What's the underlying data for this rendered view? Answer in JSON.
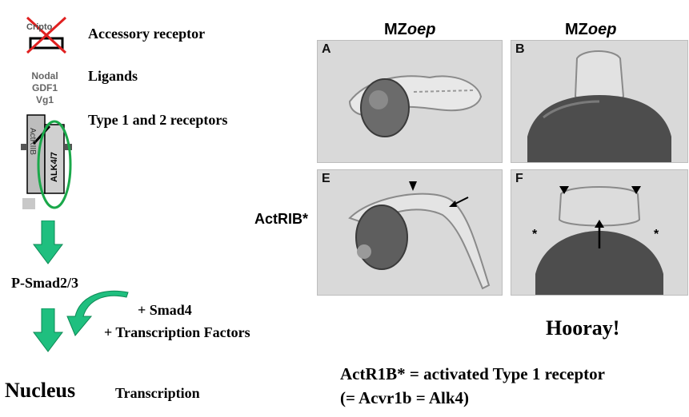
{
  "pathway": {
    "accessory_receptor_icon_text": "Cripto",
    "accessory_receptor_label": "Accessory receptor",
    "ligand_names": [
      "Nodal",
      "GDF1",
      "Vg1"
    ],
    "ligands_label": "Ligands",
    "receptor_labels": [
      "ActRIIB",
      "ALK4/7"
    ],
    "receptors_label": "Type 1 and 2 receptors",
    "psmad_label": "P-Smad2/3",
    "smad4_label": "+ Smad4",
    "tf_label": "+ Transcription Factors",
    "nucleus_label": "Nucleus",
    "transcription_label": "Transcription",
    "colors": {
      "arrow": "#1fbf7f",
      "highlight_ring": "#1aa84a",
      "cross": "#e02020"
    }
  },
  "figure": {
    "col_titles": [
      {
        "prefix": "MZ",
        "italic": "oep"
      },
      {
        "prefix": "MZ",
        "italic": "oep"
      }
    ],
    "row_label": "ActRIB*",
    "panels": [
      "A",
      "B",
      "E",
      "F"
    ],
    "f_markers": [
      "*",
      "*"
    ]
  },
  "notes": {
    "hooray": "Hooray!",
    "definition_line1": "ActR1B* = activated Type 1 receptor",
    "definition_line2": "(= Acvr1b = Alk4)"
  }
}
